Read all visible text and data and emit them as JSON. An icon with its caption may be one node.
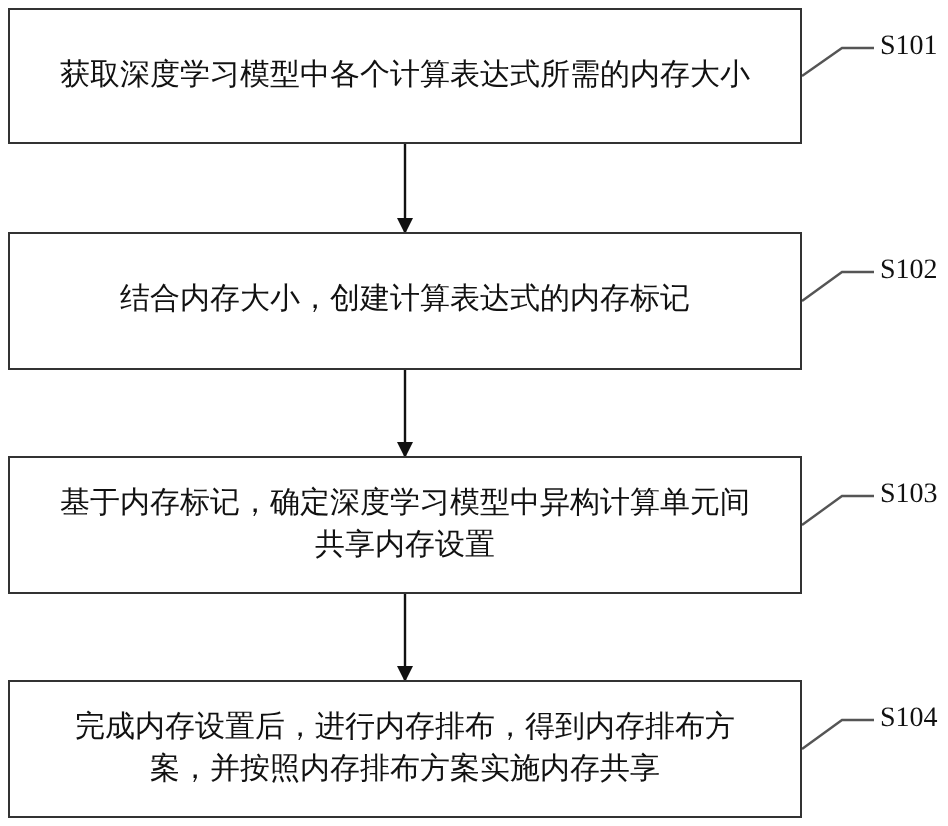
{
  "diagram": {
    "nodes": [
      {
        "text": [
          "获取深度学习模型中各个计算表达式所需的内存大小"
        ]
      },
      {
        "text": [
          "结合内存大小，创建计算表达式的内存标记"
        ]
      },
      {
        "text": [
          "基于内存标记，确定深度学习模型中异构计算单元间共享内存设置"
        ]
      },
      {
        "text": [
          "完成内存设置后，进行内存排布，得到内存排布方案，并按照内存排布方案实施内存共享"
        ]
      },
      {
        "text": [
          "S101"
        ]
      },
      {
        "text": [
          "S102"
        ]
      },
      {
        "text": [
          "S103"
        ]
      },
      {
        "text": [
          "S104"
        ]
      }
    ],
    "edges": [
      {
        "from": 0,
        "to": 1,
        "arrow": "to"
      },
      {
        "from": 1,
        "to": 2,
        "arrow": "to"
      },
      {
        "from": 2,
        "to": 3,
        "arrow": "to"
      },
      {
        "from": 4,
        "to": 0,
        "arrow": "none"
      },
      {
        "from": 5,
        "to": 1,
        "arrow": "none"
      },
      {
        "from": 6,
        "to": 2,
        "arrow": "none"
      },
      {
        "from": 7,
        "to": 3,
        "arrow": "none"
      }
    ]
  }
}
